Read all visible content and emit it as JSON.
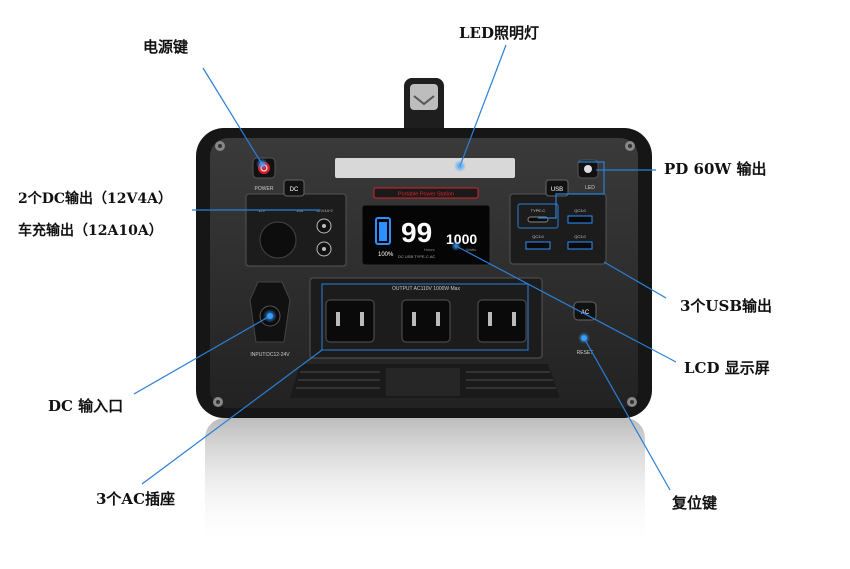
{
  "callouts": {
    "power_key": "电源键",
    "led_light": "LED照明灯",
    "pd_output": "PD 60W 输出",
    "dc_output": "2个DC输出（12V4A）",
    "car_output": "车充输出（12A10A）",
    "usb_output": "3个USB输出",
    "lcd": "LCD 显示屏",
    "dc_input": "DC 输入口",
    "ac_sockets": "3个AC插座",
    "reset_key": "复位键"
  },
  "panel": {
    "power_label": "POWER",
    "dc_label": "DC",
    "usb_label": "USB",
    "led_label": "LED",
    "brand_label": "Portable Power Station",
    "dc_spec_left": "12V",
    "dc_spec_mid": "10A",
    "dc_spec_right": "12V/4A*2",
    "input_label": "INPUT:DC12-24V",
    "output_label": "OUTPUT AC110V 1000W Max",
    "ac_label": "AC",
    "reset_label": "RESET",
    "type_c_label": "TYPE-C",
    "qc1_label": "QC3.0",
    "qc2_label": "QC3.0",
    "qc3_label": "QC3.0"
  },
  "lcd": {
    "percent": "99",
    "watts": "1000",
    "percent_small": "100%",
    "hours_label": "Hours",
    "watts_label": "Watts",
    "status_line": "DC  USB  TYPE-C  AC"
  },
  "colors": {
    "pointer_line": "#2b7fd6",
    "panel_body": "#2a2a2a",
    "frame": "#141414",
    "lcd_blue": "#2e8fff",
    "power_red": "#d81e2a",
    "brand_red": "#d9232d"
  }
}
